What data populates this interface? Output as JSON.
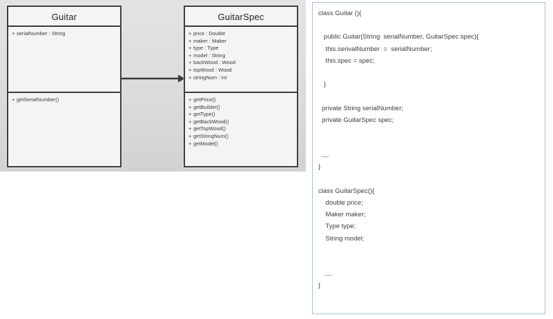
{
  "diagram": {
    "classes": [
      {
        "name": "Guitar",
        "attributes": [
          {
            "visibility": "+",
            "text": "serialNumber : String"
          }
        ],
        "operations": [
          {
            "visibility": "+",
            "text": "getSerialNumber()"
          }
        ]
      },
      {
        "name": "GuitarSpec",
        "attributes": [
          {
            "visibility": "+",
            "text": "price : Double"
          },
          {
            "visibility": "+",
            "text": "maker :  Maker"
          },
          {
            "visibility": "+",
            "text": "type : Type"
          },
          {
            "visibility": "+",
            "text": "model : String"
          },
          {
            "visibility": "+",
            "text": "backWood : Wood"
          },
          {
            "visibility": "+",
            "text": "topWood : Wood"
          },
          {
            "visibility": "+",
            "text": "stringNum : int"
          }
        ],
        "operations": [
          {
            "visibility": "+",
            "text": "getPrice()"
          },
          {
            "visibility": "+",
            "text": "getBuilder()"
          },
          {
            "visibility": "+",
            "text": "getType()"
          },
          {
            "visibility": "+",
            "text": "getBackWood()"
          },
          {
            "visibility": "+",
            "text": "getTopWood()"
          },
          {
            "visibility": "+",
            "text": "getStringNum()"
          },
          {
            "visibility": "+",
            "text": "getModel()"
          }
        ]
      }
    ],
    "relationship": {
      "kind": "association-arrow",
      "from": "Guitar",
      "to": "GuitarSpec",
      "direction": "right"
    },
    "colors": {
      "panel_background": "#dcdcdc",
      "class_fill": "#f4f4f4",
      "class_border": "#3b3b3b",
      "text": "#3a3a3a"
    }
  },
  "code": {
    "border_color": "#a8bede",
    "text_color": "#3c3c3c",
    "lines": [
      "class Guitar (){",
      "",
      "   public Guitar(String  serialNumber, GuitarSpec spec){",
      "    this.serivalNumber  =  serialNumber;",
      "    this.spec = spec;",
      "",
      "   }",
      "",
      "  private String serialNumber;",
      "  private GuitarSpec spec;",
      "",
      "",
      "  .....",
      "}",
      "",
      "class GuitarSpec(){",
      "    double price;",
      "    Maker maker;",
      "    Type type;",
      "    String model;",
      "",
      "",
      "    .....",
      "}"
    ]
  }
}
